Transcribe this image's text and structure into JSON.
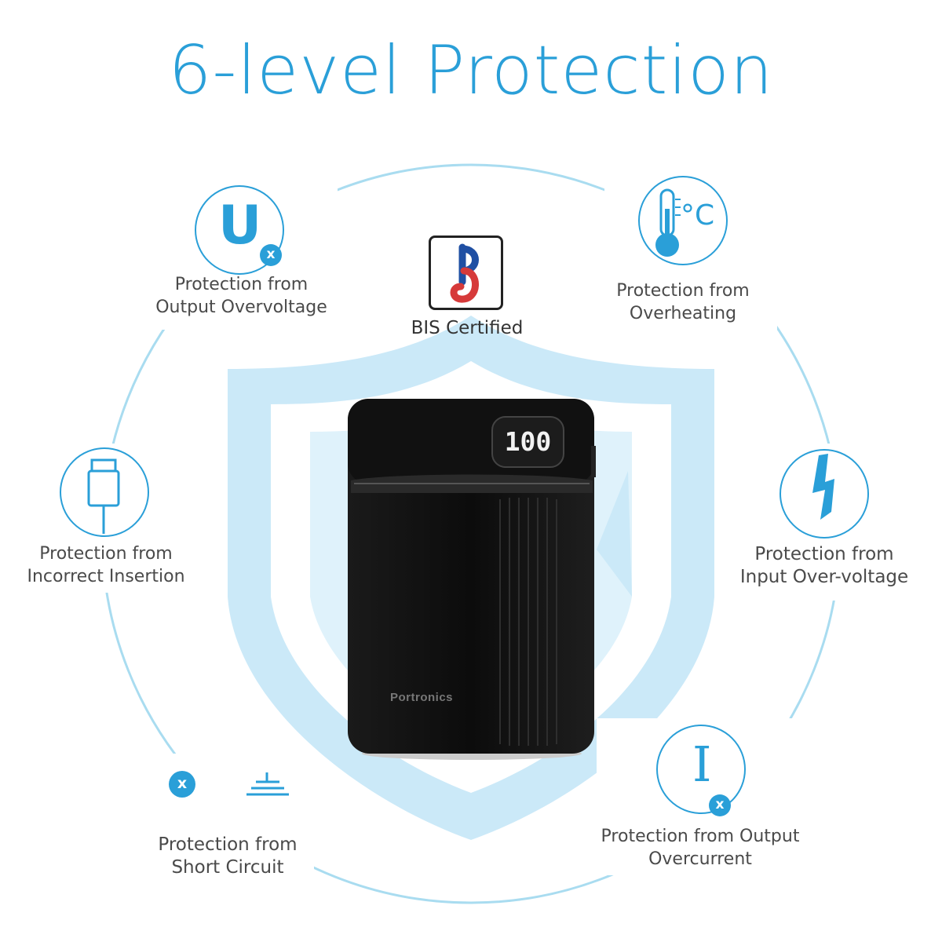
{
  "title": "6-level Protection",
  "colors": {
    "accent": "#2a9fd8",
    "ring": "#a9dcf0",
    "shield": "#cbe9f8",
    "bis_blue": "#1f4fa3",
    "bis_red": "#d63a3a"
  },
  "features": [
    {
      "icon": "u-overvoltage-icon",
      "line1": "Protection from",
      "line2": "Output Overvoltage"
    },
    {
      "icon": "thermometer-icon",
      "line1": "Protection from",
      "line2": "Overheating"
    },
    {
      "icon": "usb-plug-icon",
      "line1": "Protection from",
      "line2": "Incorrect Insertion"
    },
    {
      "icon": "lightning-icon",
      "line1": "Protection from",
      "line2": "Input Over-voltage"
    },
    {
      "icon": "short-circuit-icon",
      "line1": "Protection from",
      "line2": "Short Circuit"
    },
    {
      "icon": "current-i-icon",
      "line1": "Protection from Output",
      "line2": "Overcurrent"
    }
  ],
  "certification": {
    "icon": "bis-logo-icon",
    "label": "BIS Certified"
  },
  "device": {
    "display": "100",
    "brand": "Portronics"
  },
  "icon_text": {
    "u": "U",
    "i": "I",
    "x": "x",
    "celsius": "°C"
  }
}
